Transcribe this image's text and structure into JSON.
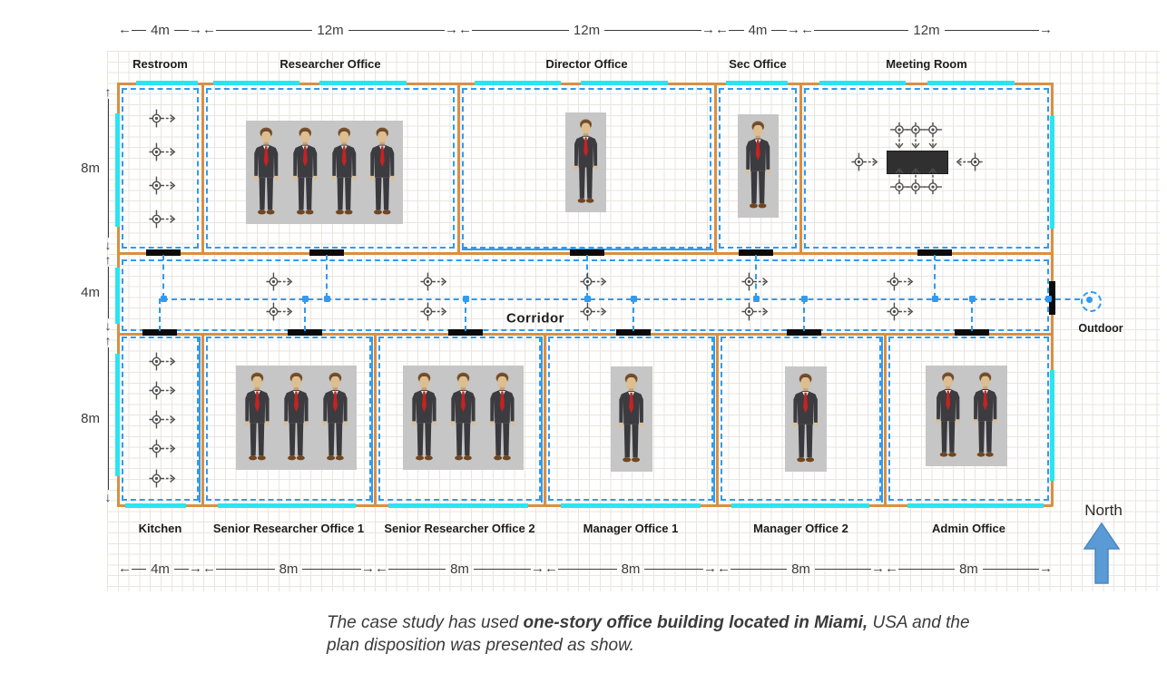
{
  "labels": {
    "corridor": "Corridor",
    "outdoor": "Outdoor",
    "north": "North"
  },
  "plan": {
    "top_rooms": [
      {
        "name": "Restroom",
        "width_label": "4m",
        "occupants": 0,
        "sensors": 4
      },
      {
        "name": "Researcher Office",
        "width_label": "12m",
        "occupants": 4,
        "sensors": 0
      },
      {
        "name": "Director Office",
        "width_label": "12m",
        "occupants": 1,
        "sensors": 0
      },
      {
        "name": "Sec Office",
        "width_label": "4m",
        "occupants": 1,
        "sensors": 0
      },
      {
        "name": "Meeting Room",
        "width_label": "12m",
        "occupants": 0,
        "sensors": 8,
        "has_meeting_table": true
      }
    ],
    "bottom_rooms": [
      {
        "name": "Kitchen",
        "width_label": "4m",
        "occupants": 0,
        "sensors": 5
      },
      {
        "name": "Senior Researcher Office 1",
        "width_label": "8m",
        "occupants": 3,
        "sensors": 0
      },
      {
        "name": "Senior Researcher Office 2",
        "width_label": "8m",
        "occupants": 3,
        "sensors": 0
      },
      {
        "name": "Manager Office 1",
        "width_label": "8m",
        "occupants": 1,
        "sensors": 0
      },
      {
        "name": "Manager Office 2",
        "width_label": "8m",
        "occupants": 1,
        "sensors": 0
      },
      {
        "name": "Admin Office",
        "width_label": "8m",
        "occupants": 2,
        "sensors": 0
      }
    ],
    "left_dims": [
      "8m",
      "4m",
      "8m"
    ],
    "corridor_sensor_pairs": 5
  },
  "caption": {
    "prefix": "The case study has used ",
    "bold": "one-story office building located in Miami,",
    "suffix": " USA and the",
    "line2": "plan disposition was presented as show."
  },
  "colors": {
    "wall": "#d98f42",
    "zone_blue": "#2f9bf2",
    "window_cyan": "#2be4f2",
    "door_black": "#0b0b0b",
    "north_arrow_blue": "#5b9bd5",
    "table_dark": "#303030",
    "person_suit": "#3c3c40",
    "person_tie": "#c62222"
  }
}
